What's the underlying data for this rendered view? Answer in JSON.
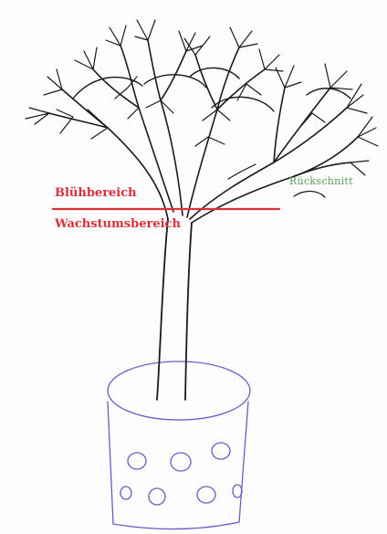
{
  "labels": {
    "bloom_zone": "Blühbereich",
    "growth_zone": "Wachstumsbereich",
    "pruning": "Rückschnitt"
  },
  "colors": {
    "ink": "#1a1a1a",
    "divider": "#d9303a",
    "pot": "#6a5cc8",
    "pruning_label": "#5a9e5a"
  }
}
